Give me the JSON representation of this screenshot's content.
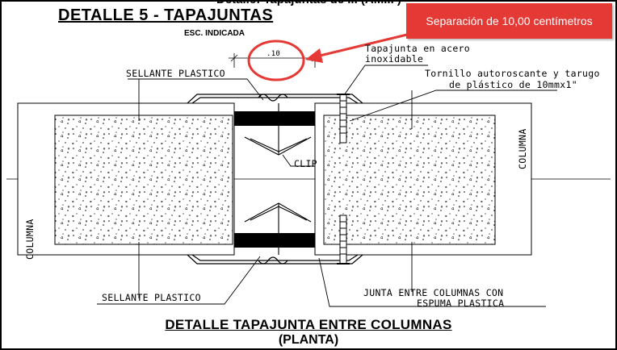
{
  "header": {
    "cut_text": "Detalle: Tapajuntas de ... (AM... )",
    "title": "DETALLE 5 - TAPAJUNTAS",
    "scale": "ESC. INDICADA"
  },
  "callout": {
    "text": "Separación de 10,00 centímetros",
    "color": "#e53935"
  },
  "dimension": {
    "value": ".10"
  },
  "labels": {
    "sellante_top": "SELLANTE PLASTICO",
    "tapajunta_line1": "Tapajunta en acero",
    "tapajunta_line2": "inoxidable",
    "tornillo_line1": "Tornillo autoroscante y tarugo",
    "tornillo_line2": "de plástico  de 10mmx1\"",
    "clip": "CLIP",
    "columna_right": "COLUMNA",
    "columna_left": "COLUMNA",
    "sellante_bottom": "SELLANTE PLASTICO",
    "junta_line1": "JUNTA ENTRE COLUMNAS CON",
    "junta_line2": "ESPUMA PLASTICA"
  },
  "footer": {
    "line1": "DETALLE  TAPAJUNTA ENTRE COLUMNAS",
    "line2": "(PLANTA)"
  }
}
